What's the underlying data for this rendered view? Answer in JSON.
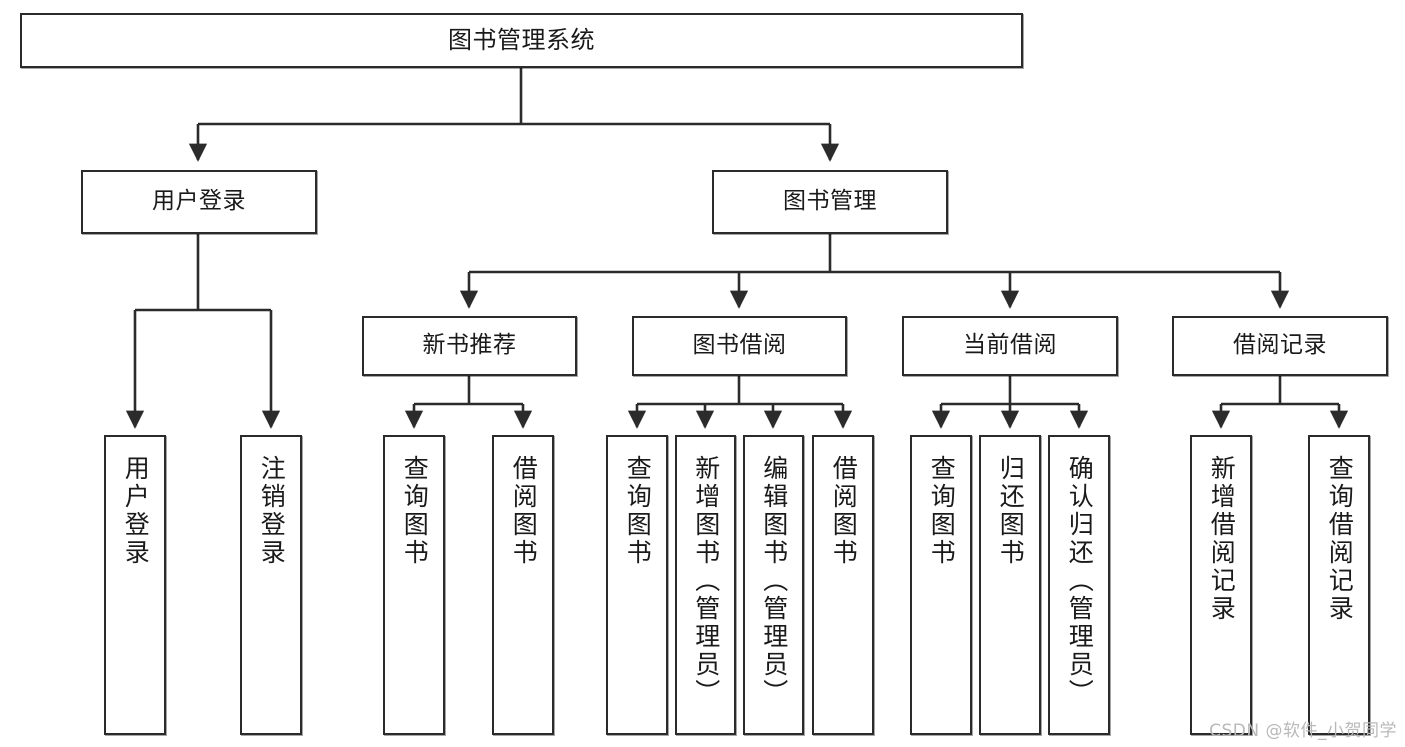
{
  "diagram": {
    "title": "图书管理系统",
    "type": "tree",
    "watermark": "CSDN @软件_小贺同学",
    "colors": {
      "box_border": "#2b2b2b",
      "box_fill": "#ffffff",
      "edge": "#2b2b2b",
      "text": "#1a1a1a",
      "watermark": "#b9b9b9"
    },
    "levels": {
      "root": [
        "图书管理系统"
      ],
      "level2": [
        "用户登录",
        "图书管理"
      ],
      "level3": [
        "新书推荐",
        "图书借阅",
        "当前借阅",
        "借阅记录"
      ],
      "leaves": [
        "用户登录",
        "注销登录",
        "查询图书",
        "借阅图书",
        "查询图书",
        "新增图书（管理员）",
        "编辑图书（管理员）",
        "借阅图书",
        "查询图书",
        "归还图书",
        "确认归还（管理员）",
        "新增借阅记录",
        "查询借阅记录"
      ]
    }
  },
  "nodes": {
    "root": {
      "label": "图书管理系统"
    },
    "user_login": {
      "label": "用户登录"
    },
    "book_manage": {
      "label": "图书管理"
    },
    "new_book_rec": {
      "label": "新书推荐"
    },
    "book_borrow": {
      "label": "图书借阅"
    },
    "current_borrow": {
      "label": "当前借阅"
    },
    "borrow_record": {
      "label": "借阅记录"
    },
    "leaf_user_login": {
      "label": "用户登录"
    },
    "leaf_user_logout": {
      "label": "注销登录"
    },
    "leaf_rec_query": {
      "label": "查询图书"
    },
    "leaf_rec_borrow": {
      "label": "借阅图书"
    },
    "leaf_bb_query": {
      "label": "查询图书"
    },
    "leaf_bb_add": {
      "label": "新增图书（管理员）"
    },
    "leaf_bb_edit": {
      "label": "编辑图书（管理员）"
    },
    "leaf_bb_borrow": {
      "label": "借阅图书"
    },
    "leaf_cb_query": {
      "label": "查询图书"
    },
    "leaf_cb_return": {
      "label": "归还图书"
    },
    "leaf_cb_confirm": {
      "label": "确认归还（管理员）"
    },
    "leaf_br_add": {
      "label": "新增借阅记录"
    },
    "leaf_br_query": {
      "label": "查询借阅记录"
    }
  }
}
